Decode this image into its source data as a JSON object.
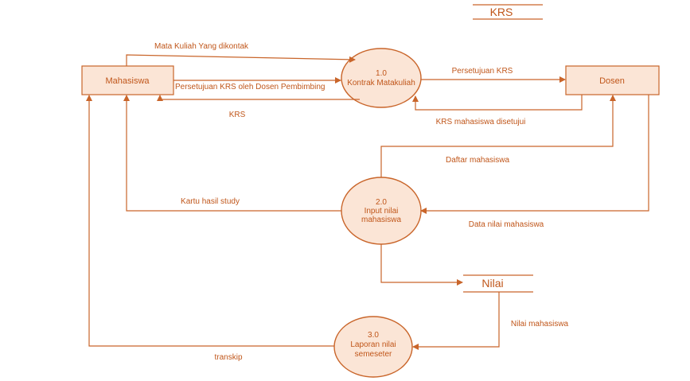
{
  "entities": {
    "mahasiswa": "Mahasiswa",
    "dosen": "Dosen"
  },
  "processes": {
    "p1": {
      "number": "1.0",
      "name": "Kontrak Matakuliah"
    },
    "p2": {
      "number": "2.0",
      "name_line1": "Input nilai",
      "name_line2": "mahasiswa"
    },
    "p3": {
      "number": "3.0",
      "name_line1": "Laporan nilai",
      "name_line2": "semeseter"
    }
  },
  "stores": {
    "krs": "KRS",
    "nilai": "Nilai"
  },
  "flows": {
    "mata_kuliah": "Mata Kuliah Yang dikontak",
    "persetujuan_dosen": "Persetujuan KRS oleh Dosen Pembimbing",
    "krs": "KRS",
    "persetujuan_krs": "Persetujuan KRS",
    "krs_disetujui": "KRS mahasiswa disetujui",
    "daftar_mahasiswa": "Daftar mahasiswa",
    "kartu_hasil": "Kartu hasil study",
    "data_nilai": "Data nilai mahasiswa",
    "nilai_mahasiswa": "Nilai mahasiswa",
    "transkip": "transkip"
  },
  "colors": {
    "stroke": "#c9652a",
    "fill": "#fbe5d6",
    "text": "#c0561a"
  }
}
